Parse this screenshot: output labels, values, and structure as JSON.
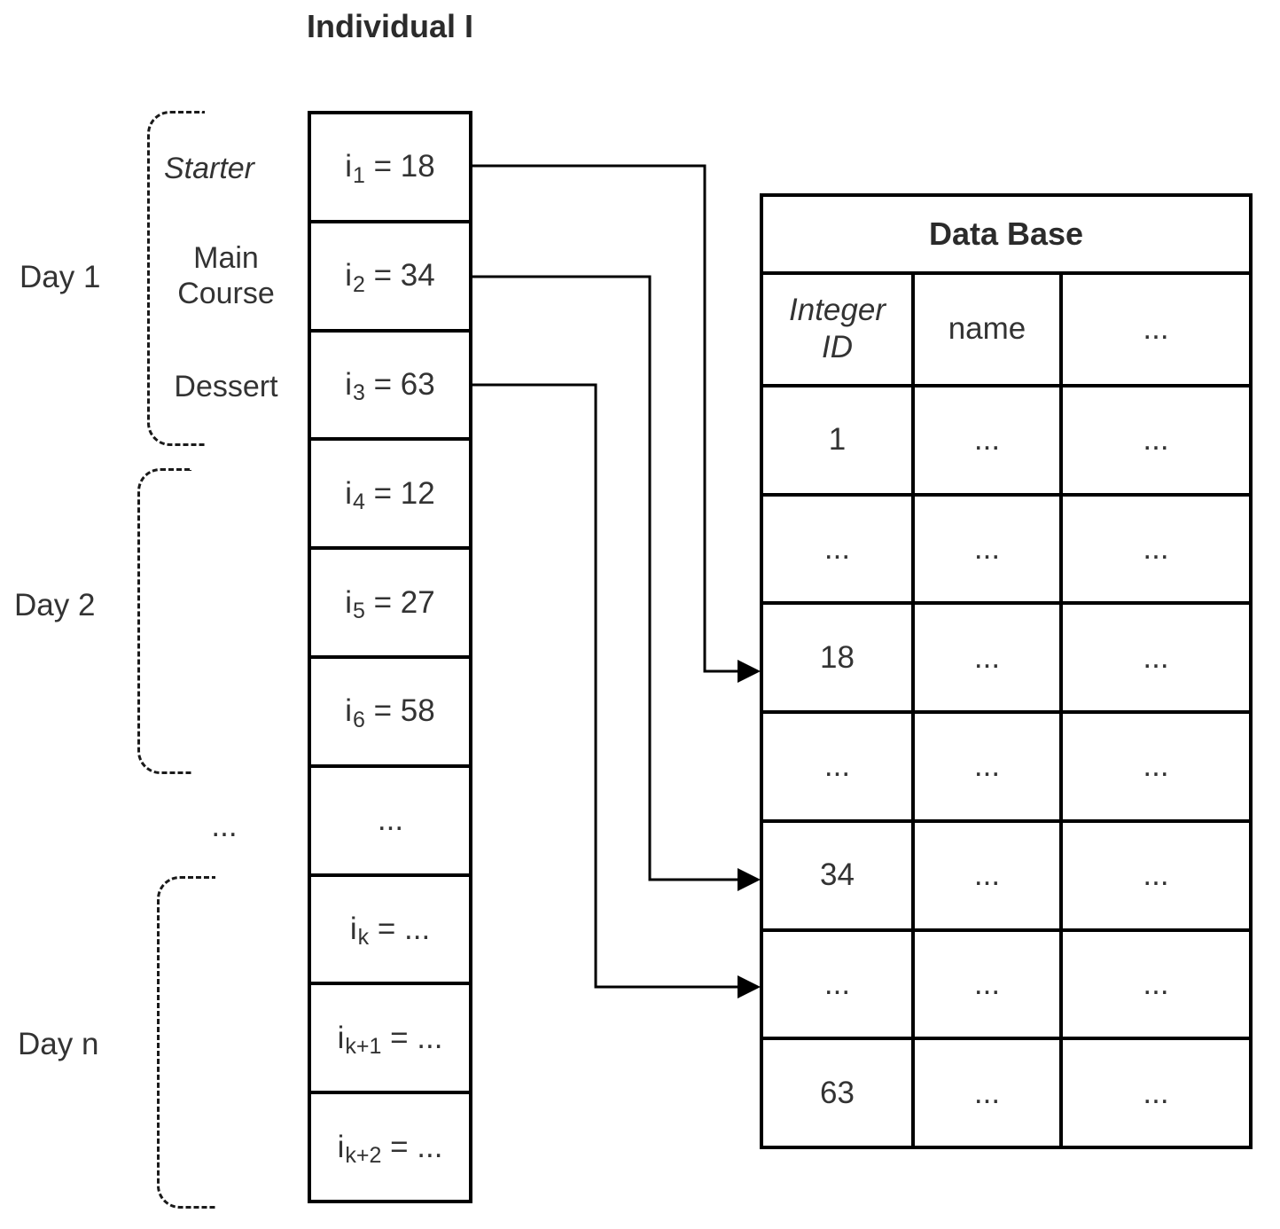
{
  "title": "Individual I",
  "day_labels": {
    "day1": "Day 1",
    "day2": "Day 2",
    "gap": "...",
    "dayn": "Day n"
  },
  "course_labels": {
    "starter": "Starter",
    "main": "Main Course",
    "dessert": "Dessert"
  },
  "genome_cells": [
    {
      "base": "i",
      "sub": "1",
      "rest": " = 18"
    },
    {
      "base": "i",
      "sub": "2",
      "rest": " = 34"
    },
    {
      "base": "i",
      "sub": "3",
      "rest": " = 63"
    },
    {
      "base": "i",
      "sub": "4",
      "rest": " = 12"
    },
    {
      "base": "i",
      "sub": "5",
      "rest": " = 27"
    },
    {
      "base": "i",
      "sub": "6",
      "rest": " = 58"
    },
    {
      "base": "",
      "sub": "",
      "rest": "..."
    },
    {
      "base": "i",
      "sub": "k",
      "rest": " = ..."
    },
    {
      "base": "i",
      "sub": "k+1",
      "rest": " = ..."
    },
    {
      "base": "i",
      "sub": "k+2",
      "rest": " = ..."
    }
  ],
  "db": {
    "title": "Data Base",
    "headers": [
      "Integer ID",
      "name",
      "..."
    ],
    "rows": [
      [
        "1",
        "...",
        "..."
      ],
      [
        "...",
        "...",
        "..."
      ],
      [
        "18",
        "...",
        "..."
      ],
      [
        "...",
        "...",
        "..."
      ],
      [
        "34",
        "...",
        "..."
      ],
      [
        "...",
        "...",
        "..."
      ],
      [
        "63",
        "...",
        "..."
      ]
    ]
  },
  "connections": [
    {
      "from_gene": "i1 = 18",
      "to_db_row": "18"
    },
    {
      "from_gene": "i2 = 34",
      "to_db_row": "34"
    },
    {
      "from_gene": "i3 = 63",
      "to_db_row": "..."
    }
  ]
}
